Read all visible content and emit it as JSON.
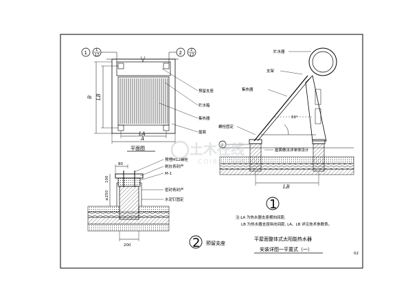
{
  "plan": {
    "title": "平面图",
    "labels": {
      "support": "预留支座",
      "tank": "贮水箱",
      "collector": "集热器",
      "roof": "屋面"
    },
    "dim_b": "B",
    "dim_lb": "LB",
    "dim_la": "LA",
    "dim_a": "A",
    "callout_left": {
      "num": "1",
      "sub": "1",
      "ref": "17"
    },
    "callout_right": {
      "num": "2",
      "sub": "2",
      "ref": "17"
    }
  },
  "side": {
    "labels": {
      "tank": "贮水器",
      "frame": "支架",
      "collector": "集热器",
      "bolt": "螺栓固定",
      "roof_method": "屋面做法详单体设计"
    },
    "angle": "50°",
    "dim_lb": "LB",
    "callout": "2",
    "title_num": "1"
  },
  "detail": {
    "labels": {
      "bolt": "预埋M12螺栓",
      "coat": "刷抗青封严",
      "anchor": "M-1",
      "seal": "密封青封严",
      "nail": "水泥钉固定"
    },
    "dim_80": "80",
    "dim_100": "100",
    "dim_250": "≥250",
    "dim_200": "200",
    "title_num": "2",
    "title": "预留支座"
  },
  "notes": {
    "line1": "注:LA 为热水器支座横向间距,",
    "line2": "LB 为热水器支座纵向间距, LA、LB 详见技术参数表。"
  },
  "sheet": {
    "title1": "平屋面整体式太阳能热水器",
    "title2": "安装详图一平置式（一）",
    "page": "02"
  },
  "watermark": {
    "text": "土木在线",
    "sub": "COI88.COM"
  }
}
